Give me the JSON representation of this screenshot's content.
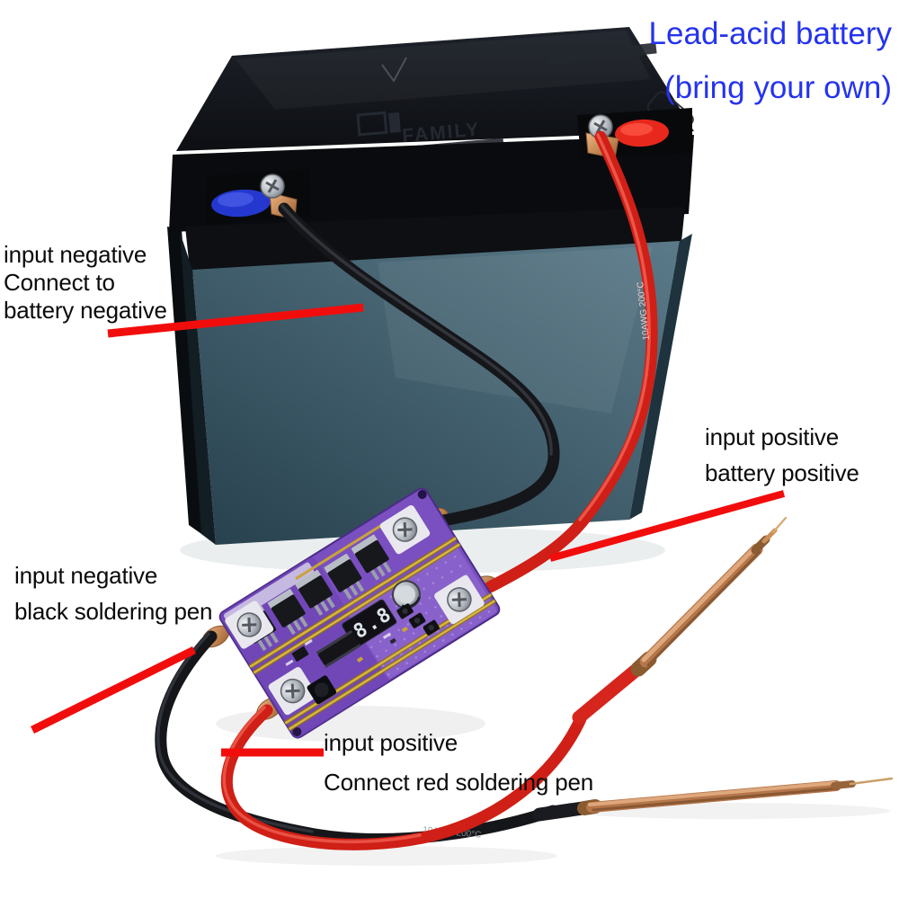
{
  "heading": {
    "line1": "Lead-acid battery",
    "line2": "(bring your own)",
    "color": "#2433ee"
  },
  "callouts": {
    "pointer_color": "#f20d0d",
    "battery_negative": {
      "lines": [
        "input negative",
        "Connect to",
        "battery negative"
      ]
    },
    "battery_positive": {
      "lines": [
        "input positive",
        "battery positive"
      ]
    },
    "pen_negative": {
      "lines": [
        "input negative",
        "black soldering pen"
      ]
    },
    "pen_positive": {
      "lines": [
        "input positive",
        "Connect red soldering pen"
      ]
    }
  },
  "battery": {
    "brand": "FAMILY",
    "top_color": "#15171e",
    "face_color": "#44616f",
    "negative_terminal_color": "#2438cf",
    "positive_terminal_color": "#e8281c"
  },
  "board": {
    "display_value": "8.8",
    "color": "#7a4fc0"
  },
  "cables": {
    "marking": "10AWG 200°C",
    "red": "#cf1f16",
    "black": "#15161a",
    "copper": "#c98850"
  }
}
